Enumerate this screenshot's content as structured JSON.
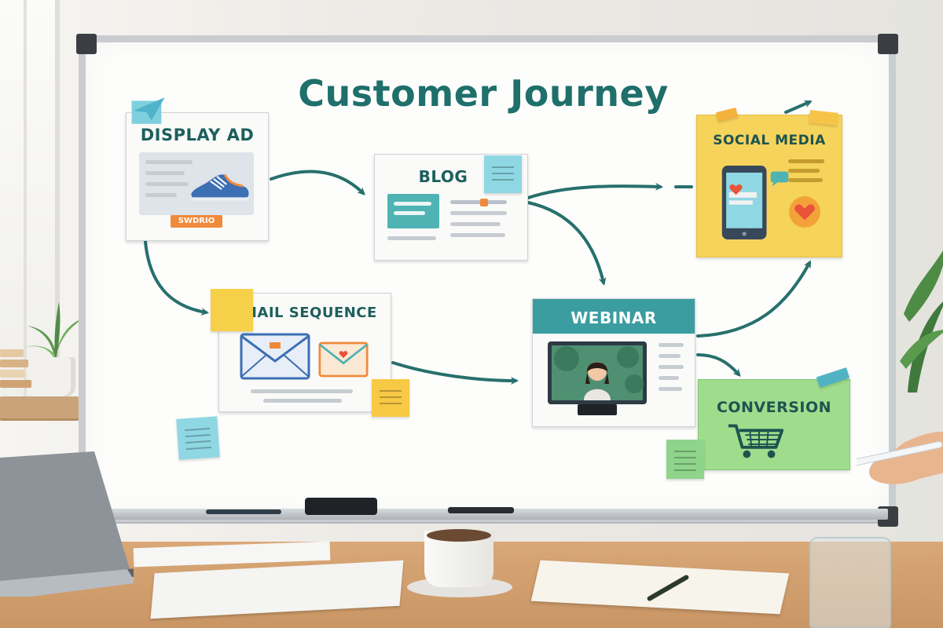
{
  "diagram": {
    "title": "Customer Journey",
    "nodes": {
      "display_ad": {
        "label": "DISPLAY AD",
        "button_text": "SWDRIO"
      },
      "blog": {
        "label": "BLOG"
      },
      "social_media": {
        "label": "SOCIAL MEDIA"
      },
      "email_sequence": {
        "label": "EMAIL SEQUENCE"
      },
      "webinar": {
        "label": "WEBINAR"
      },
      "conversion": {
        "label": "CONVERSION"
      }
    },
    "edges": [
      {
        "from": "display_ad",
        "to": "blog"
      },
      {
        "from": "display_ad",
        "to": "email_sequence"
      },
      {
        "from": "blog",
        "to": "social_media"
      },
      {
        "from": "blog",
        "to": "webinar"
      },
      {
        "from": "email_sequence",
        "to": "webinar"
      },
      {
        "from": "webinar",
        "to": "social_media"
      },
      {
        "from": "webinar",
        "to": "conversion"
      }
    ]
  },
  "colors": {
    "accent_teal": "#1f6f6b",
    "arrow": "#27706c",
    "sticky_yellow": "#f7d04a",
    "sticky_blue": "#8fd7e3",
    "sticky_green": "#8fd48b",
    "social_card": "#f6d35b",
    "conversion_card": "#9fdc8c",
    "cta_orange": "#f08a3b"
  },
  "icons": [
    "shoe-icon",
    "envelope-icon",
    "smartphone-icon",
    "heart-icon",
    "video-screen-icon",
    "laptop-icon",
    "shopping-cart-icon"
  ]
}
